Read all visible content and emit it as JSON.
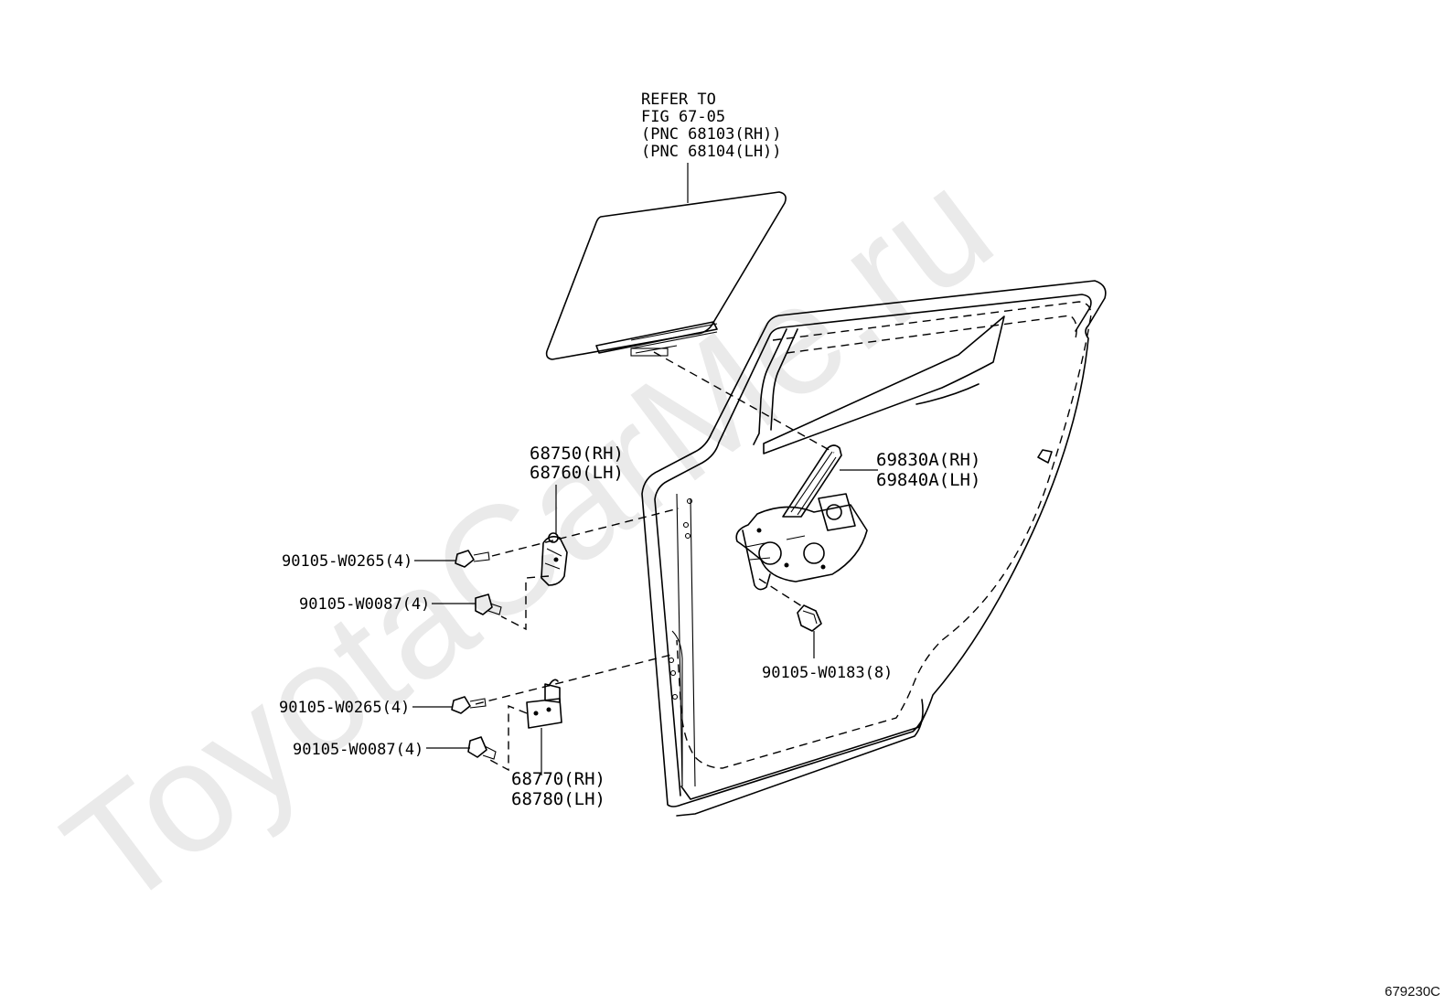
{
  "watermark": "ToyotaCarMe.ru",
  "figure_code": "679230C",
  "callouts": {
    "glass_ref": [
      "REFER TO",
      "FIG 67-05",
      "(PNC 68103(RH))",
      "(PNC 68104(LH))"
    ],
    "upper_hinge": [
      "68750(RH)",
      "68760(LH)"
    ],
    "regulator": [
      "69830A(RH)",
      "69840A(LH)"
    ],
    "lower_hinge": [
      "68770(RH)",
      "68780(LH)"
    ],
    "bolt_upper_1": "90105-W0265(4)",
    "bolt_upper_2": "90105-W0087(4)",
    "bolt_lower_1": "90105-W0265(4)",
    "bolt_lower_2": "90105-W0087(4)",
    "bolt_regulator": "90105-W0183(8)"
  }
}
